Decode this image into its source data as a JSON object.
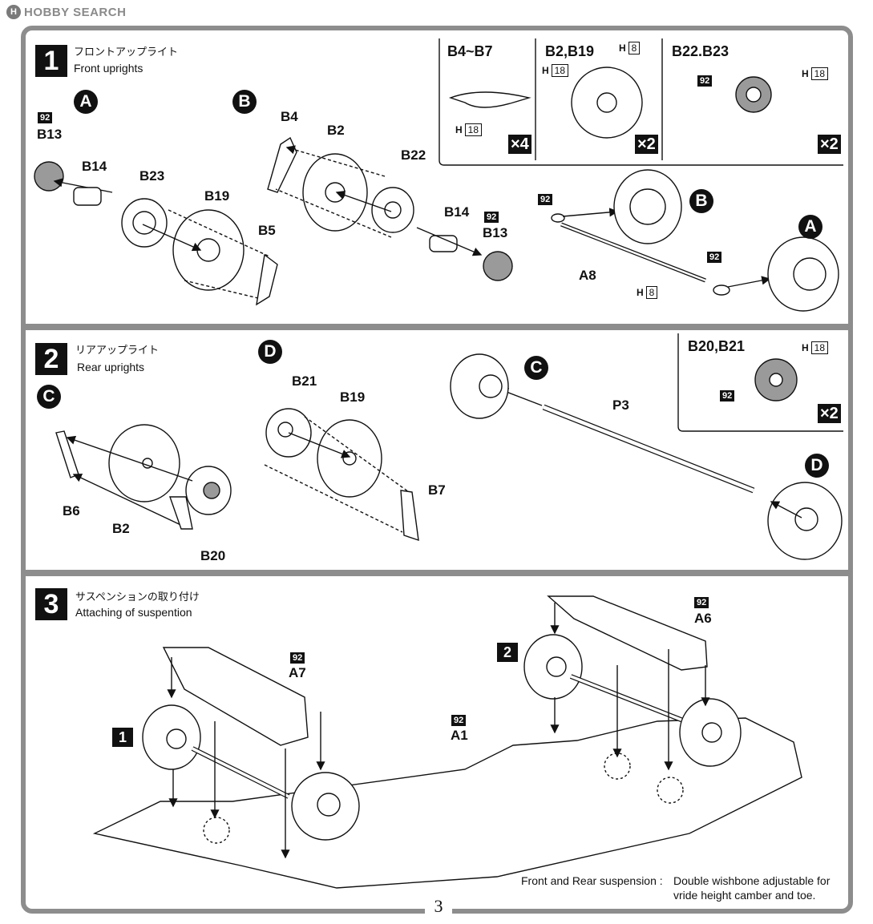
{
  "watermark": {
    "logo": "H",
    "text": "HOBBY SEARCH"
  },
  "step1": {
    "number": "1",
    "title_jp": "フロントアップライト",
    "title_en": "Front uprights",
    "sub_a": "A",
    "sub_b": "B",
    "labels": {
      "b13_left": "B13",
      "b14_left": "B14",
      "b23": "B23",
      "b19": "B19",
      "b5": "B5",
      "b4": "B4",
      "b2": "B2",
      "b22": "B22",
      "b14_right": "B14",
      "b13_right": "B13",
      "a8": "A8",
      "b_ref": "B",
      "a_ref": "A"
    },
    "badges": {
      "b13_left": "92",
      "b13_right": "92",
      "a8_left": "92",
      "a8_right": "92"
    },
    "h_label": "H",
    "a8_h": "8",
    "insets": [
      {
        "title": "B4~B7",
        "h": "18",
        "qty": "×4"
      },
      {
        "title": "B2,B19",
        "h1": "8",
        "h2": "18",
        "qty": "×2"
      },
      {
        "title": "B22.B23",
        "badge": "92",
        "h": "18",
        "qty": "×2"
      }
    ]
  },
  "step2": {
    "number": "2",
    "title_jp": "リアアップライト",
    "title_en": "Rear uprights",
    "sub_c": "C",
    "sub_d": "D",
    "labels": {
      "b6": "B6",
      "b2": "B2",
      "b20": "B20",
      "b21": "B21",
      "b19": "B19",
      "b7": "B7",
      "p3": "P3",
      "c_ref": "C",
      "d_ref": "D"
    },
    "inset": {
      "title": "B20,B21",
      "h": "18",
      "badge": "92",
      "qty": "×2"
    }
  },
  "step3": {
    "number": "3",
    "title_jp": "サスペンションの取り付け",
    "title_en": "Attaching of suspention",
    "labels": {
      "a7": "A7",
      "a1": "A1",
      "a6": "A6",
      "ref1": "1",
      "ref2": "2"
    },
    "badges": {
      "a7": "92",
      "a1": "92",
      "a6": "92"
    },
    "note_label": "Front and Rear suspension :",
    "note_line1": "Double wishbone adjustable for",
    "note_line2": "vride height camber and toe."
  },
  "page_number": "3",
  "colors": {
    "frame": "#8d8d8d",
    "ink": "#111111",
    "part_gray": "#9a9a9a"
  }
}
